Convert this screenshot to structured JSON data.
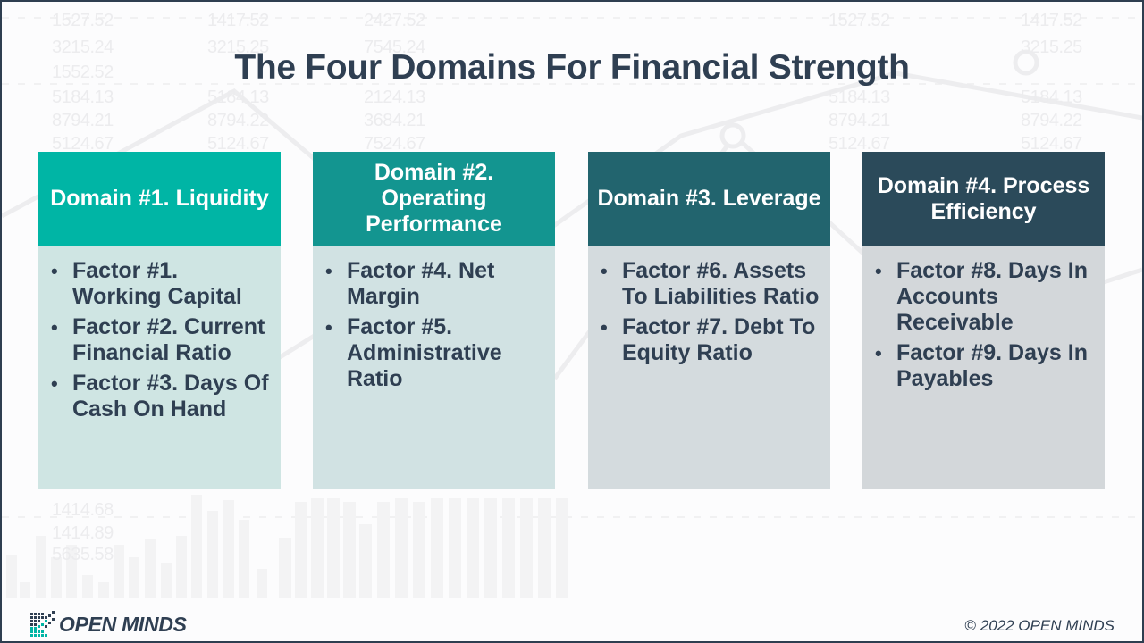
{
  "slide": {
    "title": "The Four Domains For Financial Strength",
    "domains": [
      {
        "header": "Domain #1. Liquidity",
        "header_color": "#00b5a5",
        "body_color": "#cfe5e3",
        "factors": [
          "Factor #1. Working Capital",
          "Factor #2. Current Financial Ratio",
          "Factor #3. Days Of Cash On Hand"
        ]
      },
      {
        "header": "Domain #2. Operating Performance",
        "header_color": "#139590",
        "body_color": "#d1e2e3",
        "factors": [
          "Factor #4. Net Margin",
          "Factor #5. Administrative Ratio"
        ]
      },
      {
        "header": "Domain #3. Leverage",
        "header_color": "#22646e",
        "body_color": "#d4dbde",
        "factors": [
          "Factor #6. Assets  To Liabilities Ratio",
          "Factor #7. Debt To Equity Ratio"
        ]
      },
      {
        "header": "Domain #4. Process Efficiency",
        "header_color": "#2b4a5a",
        "body_color": "#d3d7da",
        "factors": [
          "Factor #8. Days In Accounts Receivable",
          "Factor #9. Days In Payables"
        ]
      }
    ],
    "bullet_glyph": "•"
  },
  "footer": {
    "logo_text": "OPEN MINDS",
    "logo_icon": "pixel-mosaic-logo-icon",
    "copyright_symbol": "©",
    "copyright_text": " 2022 OPEN MINDS"
  },
  "colors": {
    "frame": "#2e3e50",
    "text_dark": "#2f3f52",
    "teal_accent": "#00b5a5"
  }
}
